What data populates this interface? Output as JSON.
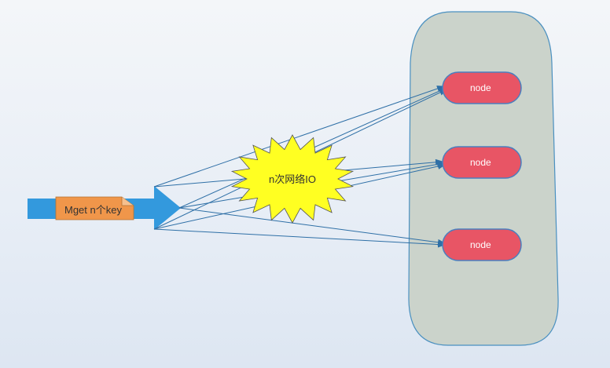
{
  "diagram": {
    "request_label": "Mget n个key",
    "network_label": "n次网络IO",
    "nodes": [
      {
        "label": "node"
      },
      {
        "label": "node"
      },
      {
        "label": "node"
      }
    ]
  },
  "colors": {
    "background": "#e8eef6",
    "request_arrow": "#3399dd",
    "note_fill": "#f0964a",
    "burst_fill": "#ffff22",
    "cluster_fill": "#cbd3cb",
    "cluster_stroke": "#4a90c0",
    "node_fill": "#e85565",
    "node_stroke": "#4a7fbf",
    "connector": "#2e6fa6"
  }
}
